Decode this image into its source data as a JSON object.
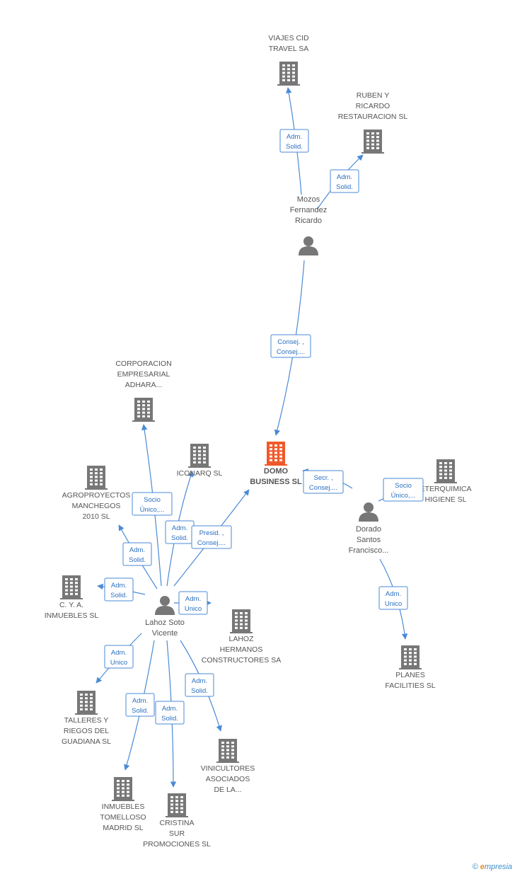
{
  "colors": {
    "edge": "#4a8ad6",
    "building": "#777777",
    "building_main": "#f0592a",
    "person": "#777777",
    "role_text": "#2b6fbf"
  },
  "companies": [
    {
      "id": "viajes",
      "lines": [
        "VIAJES CID",
        "TRAVEL SA"
      ],
      "main": false
    },
    {
      "id": "ruben",
      "lines": [
        "RUBEN Y",
        "RICARDO",
        "RESTAURACION SL"
      ],
      "main": false
    },
    {
      "id": "domo",
      "lines": [
        "DOMO",
        "BUSINESS SL"
      ],
      "main": true
    },
    {
      "id": "corporacion",
      "lines": [
        "CORPORACION",
        "EMPRESARIAL",
        "ADHARA..."
      ],
      "main": false
    },
    {
      "id": "iconarq",
      "lines": [
        "ICONARQ SL"
      ],
      "main": false
    },
    {
      "id": "agro",
      "lines": [
        "AGROPROYECTOS",
        "MANCHEGOS",
        "2010 SL"
      ],
      "main": false
    },
    {
      "id": "cya",
      "lines": [
        "C. Y. A.",
        "INMUEBLES SL"
      ],
      "main": false
    },
    {
      "id": "eterquimica",
      "lines": [
        "ETERQUIMICA",
        "HIGIENE SL"
      ],
      "main": false
    },
    {
      "id": "lahozh",
      "lines": [
        "LAHOZ",
        "HERMANOS",
        "CONSTRUCTORES SA"
      ],
      "main": false
    },
    {
      "id": "talleres",
      "lines": [
        "TALLERES Y",
        "RIEGOS DEL",
        "GUADIANA SL"
      ],
      "main": false
    },
    {
      "id": "vinicultores",
      "lines": [
        "VINICULTORES",
        "ASOCIADOS",
        "DE LA..."
      ],
      "main": false
    },
    {
      "id": "planes",
      "lines": [
        "PLANES",
        "FACILITIES SL"
      ],
      "main": false
    },
    {
      "id": "inmuebles",
      "lines": [
        "INMUEBLES",
        "TOMELLOSO",
        "MADRID SL"
      ],
      "main": false
    },
    {
      "id": "cristina",
      "lines": [
        "CRISTINA",
        "SUR",
        "PROMOCIONES SL"
      ],
      "main": false
    }
  ],
  "persons": [
    {
      "id": "mozos",
      "lines": [
        "Mozos",
        "Fernandez",
        "Ricardo"
      ]
    },
    {
      "id": "dorado",
      "lines": [
        "Dorado",
        "Santos",
        "Francisco..."
      ]
    },
    {
      "id": "lahoz",
      "lines": [
        "Lahoz Soto",
        "Vicente"
      ]
    }
  ],
  "relations": [
    {
      "from": "mozos",
      "to": "viajes",
      "lines": [
        "Adm.",
        "Solid."
      ]
    },
    {
      "from": "mozos",
      "to": "ruben",
      "lines": [
        "Adm.",
        "Solid."
      ]
    },
    {
      "from": "mozos",
      "to": "domo",
      "lines": [
        "Consej. ,",
        "Consej...."
      ]
    },
    {
      "from": "dorado",
      "to": "domo",
      "lines": [
        "Secr. ,",
        "Consej...."
      ]
    },
    {
      "from": "dorado",
      "to": "eterquimica",
      "lines": [
        "Socio",
        "Único,..."
      ]
    },
    {
      "from": "dorado",
      "to": "planes",
      "lines": [
        "Adm.",
        "Unico"
      ]
    },
    {
      "from": "lahoz",
      "to": "corporacion",
      "lines": [
        "Socio",
        "Único,..."
      ]
    },
    {
      "from": "lahoz",
      "to": "iconarq",
      "lines": [
        "Adm.",
        "Solid."
      ]
    },
    {
      "from": "lahoz",
      "to": "domo",
      "lines": [
        "Presid. ,",
        "Consej...."
      ]
    },
    {
      "from": "lahoz",
      "to": "agro",
      "lines": [
        "Adm.",
        "Solid."
      ]
    },
    {
      "from": "lahoz",
      "to": "cya",
      "lines": [
        "Adm.",
        "Solid."
      ]
    },
    {
      "from": "lahoz",
      "to": "lahozh",
      "lines": [
        "Adm.",
        "Unico"
      ]
    },
    {
      "from": "lahoz",
      "to": "talleres",
      "lines": [
        "Adm.",
        "Unico"
      ]
    },
    {
      "from": "lahoz",
      "to": "vinicultores",
      "lines": [
        "Adm.",
        "Solid."
      ]
    },
    {
      "from": "lahoz",
      "to": "inmuebles",
      "lines": [
        "Adm.",
        "Solid."
      ]
    },
    {
      "from": "lahoz",
      "to": "cristina",
      "lines": [
        "Adm.",
        "Solid."
      ]
    }
  ],
  "watermark": {
    "copyright": "©",
    "brand_initial": "e",
    "brand_rest": "mpresia"
  }
}
